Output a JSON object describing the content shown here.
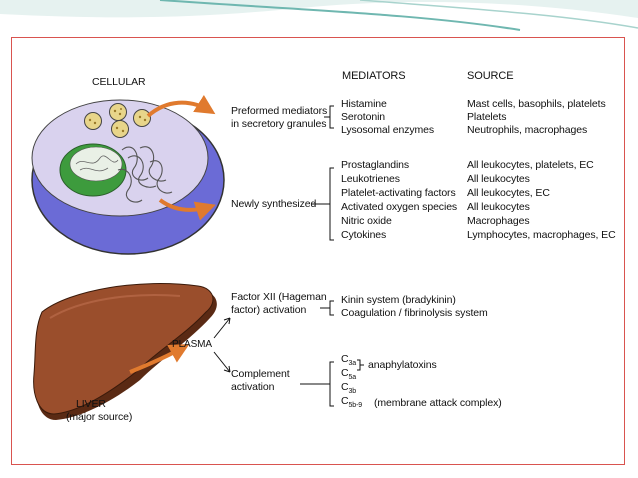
{
  "colors": {
    "accent_teal": "#6fb7b0",
    "frame_red": "#d9534f",
    "cell_purple": "#6b6bd6",
    "nucleus_green": "#3d9b3d",
    "liver_brown": "#9a4e2c",
    "arrow_orange": "#e07a2e"
  },
  "diagram": {
    "labels": {
      "cellular": "CELLULAR",
      "mediators_header": "MEDIATORS",
      "source_header": "SOURCE",
      "preformed_line1": "Preformed mediators",
      "preformed_line2": "in secretory granules",
      "newly_synthesized": "Newly synthesized",
      "plasma": "PLASMA",
      "factor12_line1": "Factor XII (Hageman",
      "factor12_line2": "factor) activation",
      "complement_line1": "Complement",
      "complement_line2": "activation",
      "liver_line1": "LIVER",
      "liver_line2": "(major source)",
      "anaphylatoxins": "anaphylatoxins",
      "mac": "(membrane attack complex)"
    },
    "preformed": [
      {
        "mediator": "Histamine",
        "source": "Mast cells, basophils, platelets"
      },
      {
        "mediator": "Serotonin",
        "source": "Platelets"
      },
      {
        "mediator": "Lysosomal enzymes",
        "source": "Neutrophils, macrophages"
      }
    ],
    "newly": [
      {
        "mediator": "Prostaglandins",
        "source": "All leukocytes, platelets, EC"
      },
      {
        "mediator": "Leukotrienes",
        "source": "All leukocytes"
      },
      {
        "mediator": "Platelet-activating factors",
        "source": "All leukocytes, EC"
      },
      {
        "mediator": "Activated oxygen species",
        "source": "All leukocytes"
      },
      {
        "mediator": "Nitric oxide",
        "source": "Macrophages"
      },
      {
        "mediator": "Cytokines",
        "source": "Lymphocytes, macrophages, EC"
      }
    ],
    "factor12_items": [
      "Kinin system (bradykinin)",
      "Coagulation / fibrinolysis system"
    ],
    "complement": [
      {
        "base": "C",
        "sub": "3a"
      },
      {
        "base": "C",
        "sub": "5a"
      },
      {
        "base": "C",
        "sub": "3b"
      },
      {
        "base": "C",
        "sub": "5b-9"
      }
    ]
  }
}
